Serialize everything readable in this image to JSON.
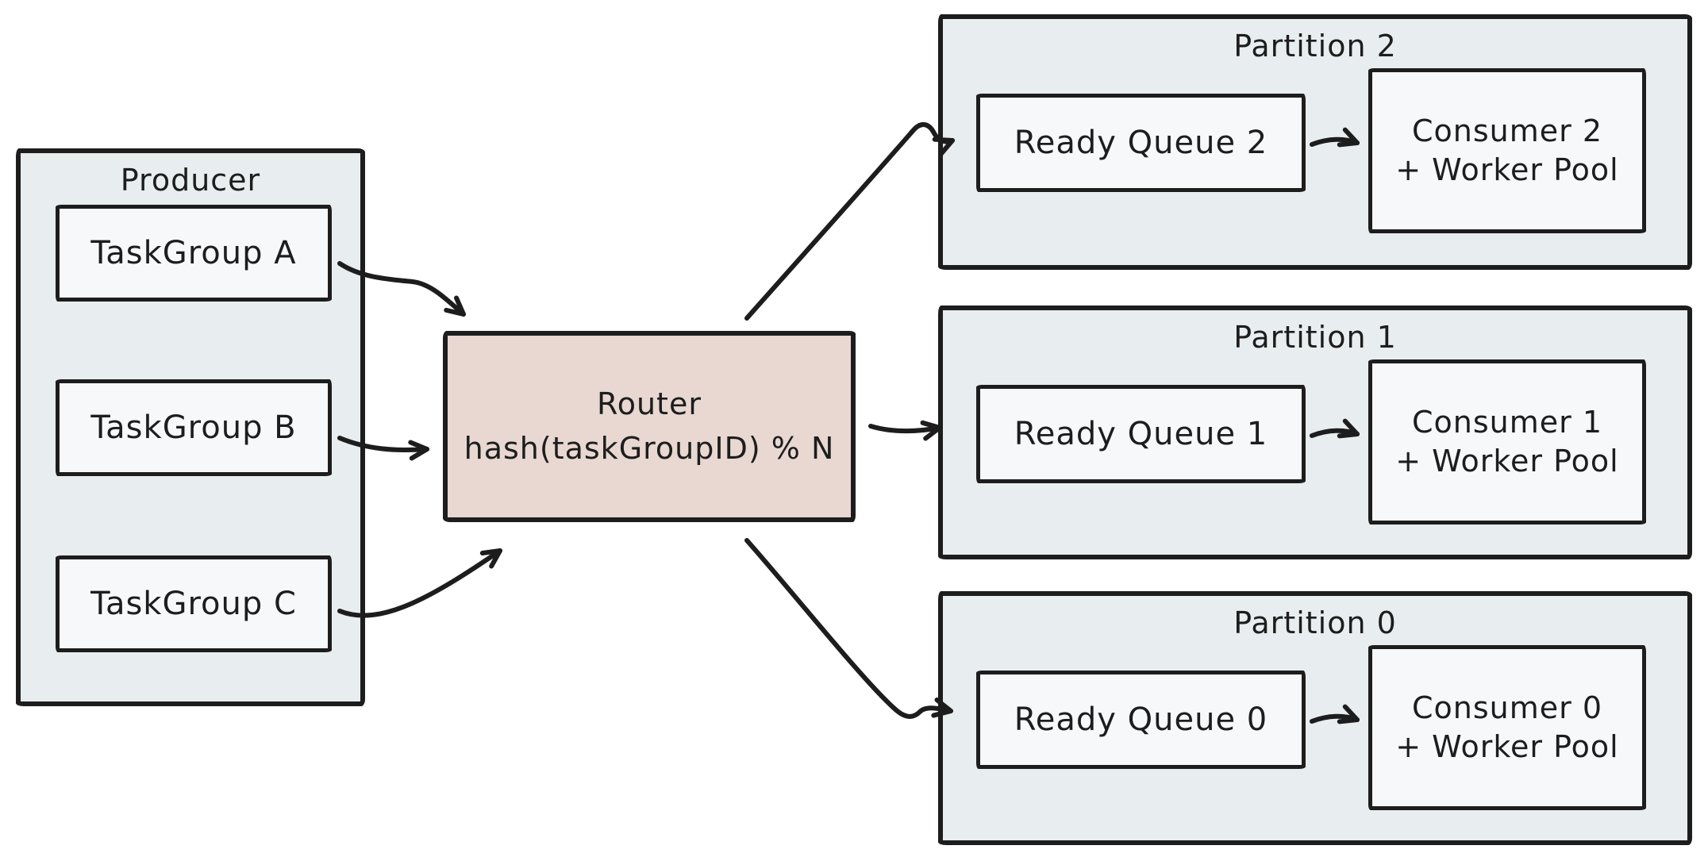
{
  "diagram": {
    "producer": {
      "title": "Producer",
      "task_groups": [
        {
          "label": "TaskGroup A"
        },
        {
          "label": "TaskGroup B"
        },
        {
          "label": "TaskGroup C"
        }
      ]
    },
    "router": {
      "title": "Router",
      "formula": "hash(taskGroupID) % N"
    },
    "partitions": [
      {
        "title": "Partition 2",
        "queue_label": "Ready Queue 2",
        "consumer_line1": "Consumer 2",
        "consumer_line2": "+ Worker Pool"
      },
      {
        "title": "Partition 1",
        "queue_label": "Ready Queue 1",
        "consumer_line1": "Consumer 1",
        "consumer_line2": "+ Worker Pool"
      },
      {
        "title": "Partition 0",
        "queue_label": "Ready Queue 0",
        "consumer_line1": "Consumer 0",
        "consumer_line2": "+ Worker Pool"
      }
    ],
    "arrows": [
      {
        "from": "TaskGroup A",
        "to": "Router"
      },
      {
        "from": "TaskGroup B",
        "to": "Router"
      },
      {
        "from": "TaskGroup C",
        "to": "Router"
      },
      {
        "from": "Router",
        "to": "Partition 2"
      },
      {
        "from": "Router",
        "to": "Partition 1"
      },
      {
        "from": "Router",
        "to": "Partition 0"
      },
      {
        "from": "Ready Queue 2",
        "to": "Consumer 2 + Worker Pool"
      },
      {
        "from": "Ready Queue 1",
        "to": "Consumer 1 + Worker Pool"
      },
      {
        "from": "Ready Queue 0",
        "to": "Consumer 0 + Worker Pool"
      }
    ],
    "colors": {
      "background": "#ffffff",
      "container_fill": "#e8edf0",
      "node_fill": "#f7f8fa",
      "router_fill": "#e8d8d1",
      "stroke": "#1d1d1d"
    }
  }
}
